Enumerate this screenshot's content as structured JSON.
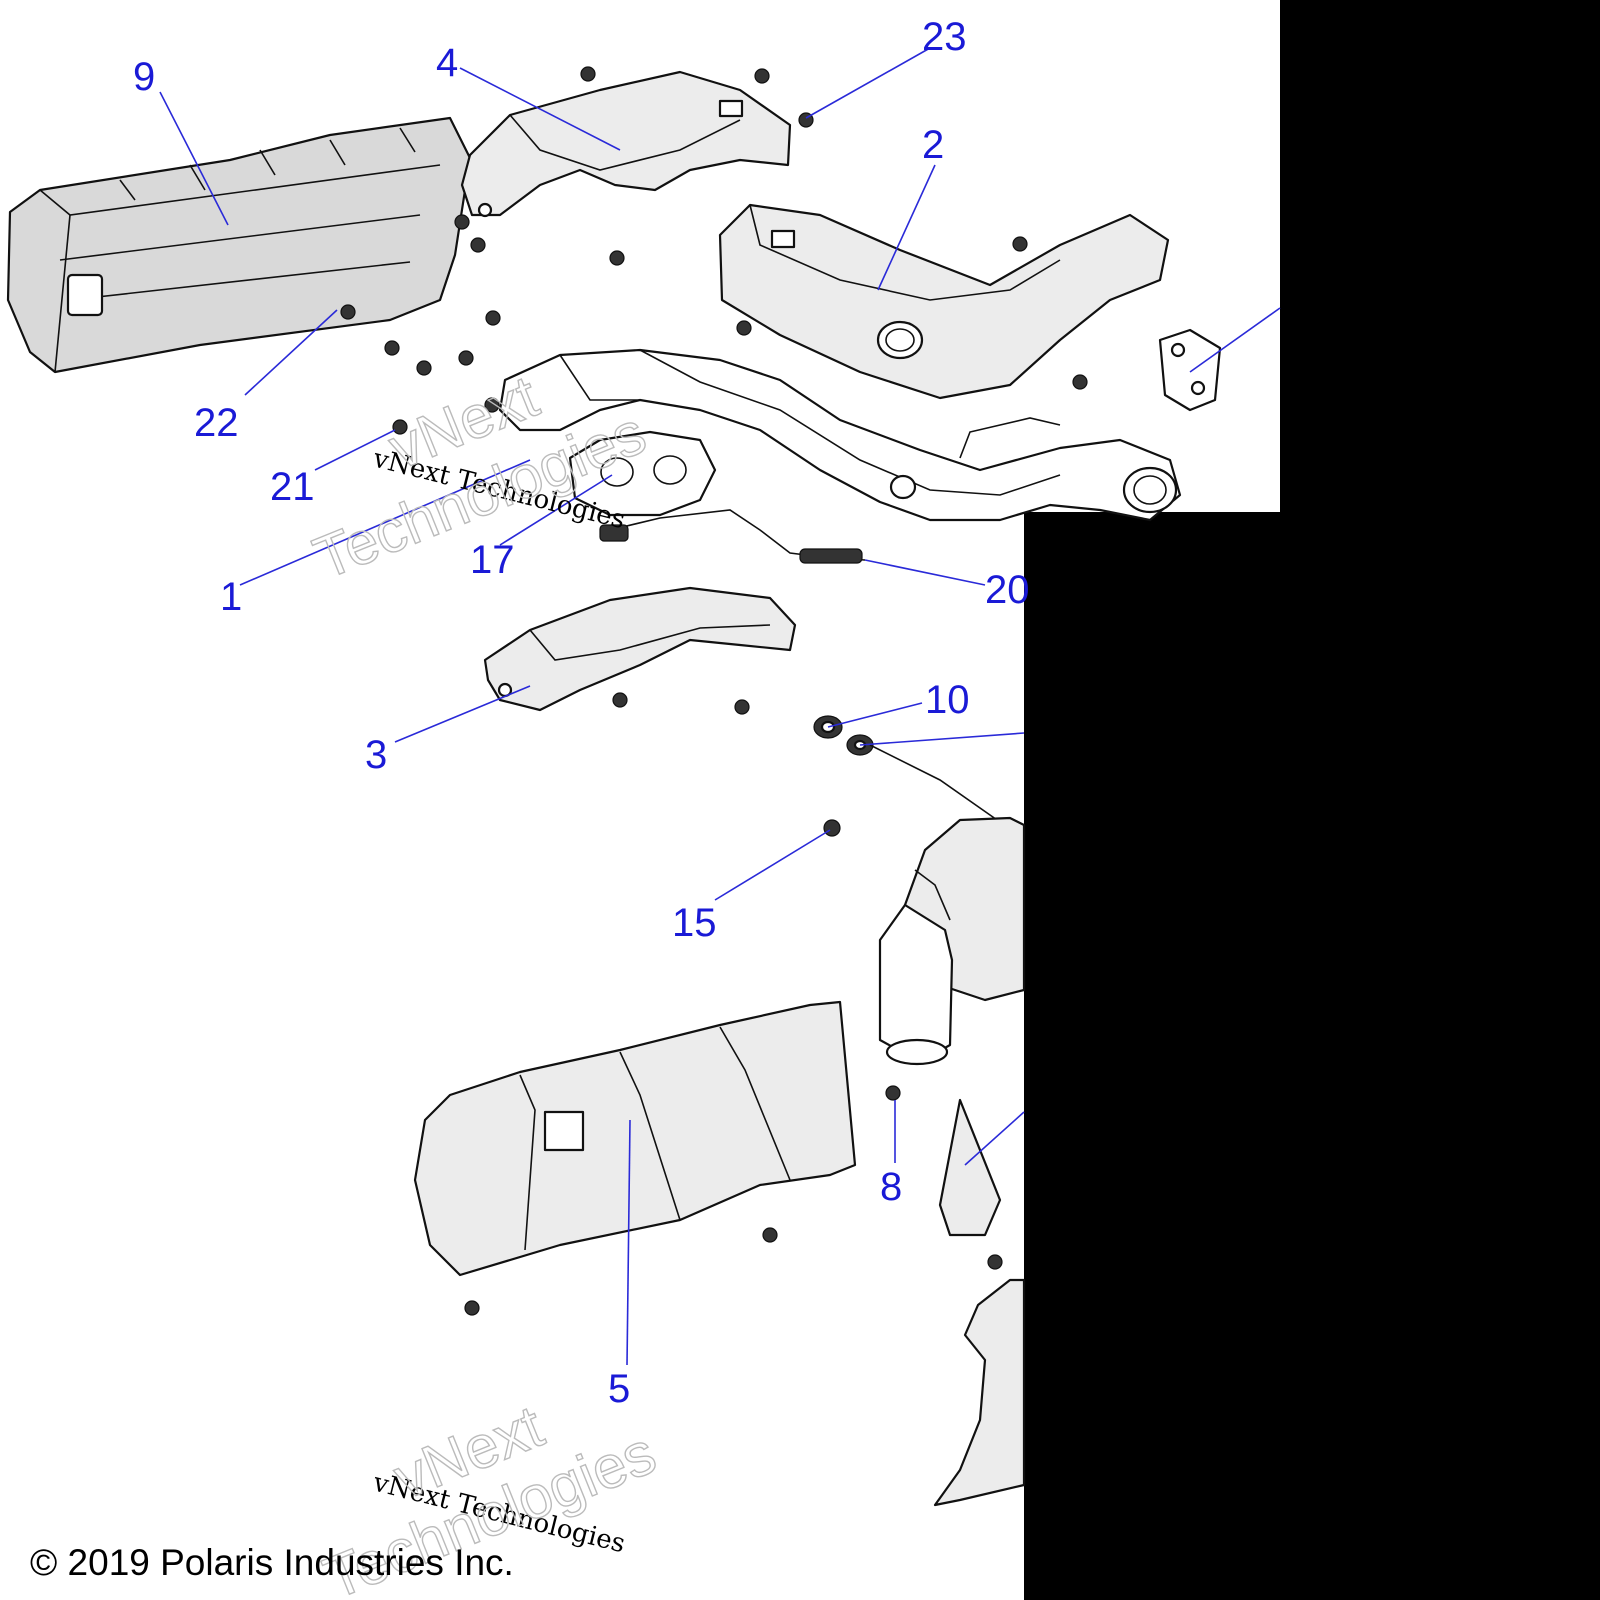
{
  "diagram": {
    "callouts": [
      {
        "id": "p9",
        "label": "9"
      },
      {
        "id": "p4",
        "label": "4"
      },
      {
        "id": "p23",
        "label": "23"
      },
      {
        "id": "p2",
        "label": "2"
      },
      {
        "id": "p22",
        "label": "22"
      },
      {
        "id": "p21",
        "label": "21"
      },
      {
        "id": "p1",
        "label": "1"
      },
      {
        "id": "p17",
        "label": "17"
      },
      {
        "id": "p20",
        "label": "20"
      },
      {
        "id": "p10",
        "label": "10"
      },
      {
        "id": "p3",
        "label": "3"
      },
      {
        "id": "p15",
        "label": "15"
      },
      {
        "id": "p8",
        "label": "8"
      },
      {
        "id": "p5",
        "label": "5"
      }
    ],
    "watermark_text": "vNext Technologies",
    "watermark_word1": "vNext",
    "watermark_word2": "Technologies",
    "copyright": "© 2019 Polaris Industries Inc."
  },
  "colors": {
    "background_white": "#ffffff",
    "background_black": "#000000",
    "callout_blue": "#1a1ad6",
    "part_shading": "#d9d9d9"
  }
}
